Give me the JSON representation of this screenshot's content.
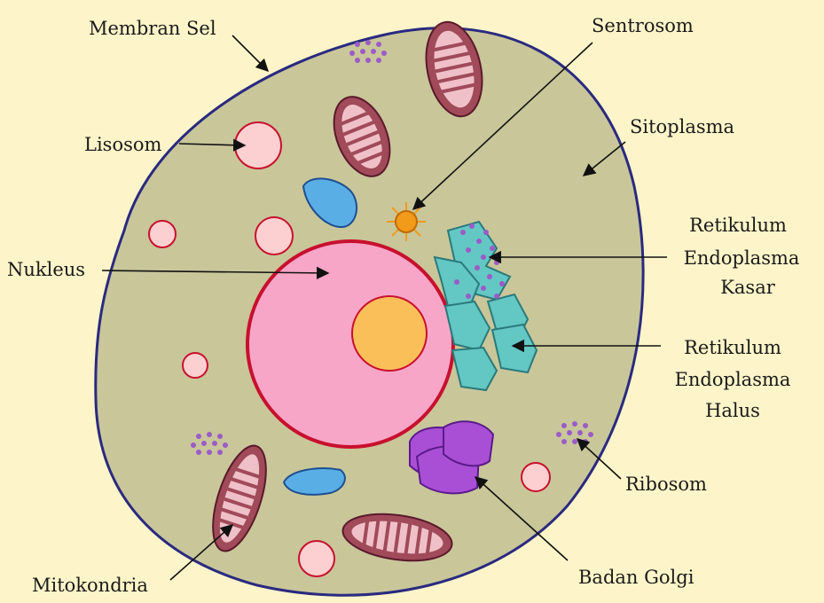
{
  "labels": {
    "membran_sel": "Membran Sel",
    "sentrosom": "Sentrosom",
    "lisosom": "Lisosom",
    "sitoplasma": "Sitoplasma",
    "nukleus": "Nukleus",
    "rek": [
      "Retikulum",
      "Endoplasma",
      "Kasar"
    ],
    "reh": [
      "Retikulum",
      "Endoplasma",
      "Halus"
    ],
    "ribosom": "Ribosom",
    "badan_golgi": "Badan Golgi",
    "mitokondria": "Mitokondria"
  },
  "colors": {
    "background": "#fdf5c9",
    "cytoplasm": "#c9c69a",
    "membrane": "#2a2a80",
    "nucleus": "#f7a6c8",
    "nucleus_border": "#c8102e",
    "nucleolus": "#fbbf5a",
    "lysosome": "#fcd0d0",
    "vacuole": "#5aaee6",
    "er": "#63c7c4",
    "golgi": "#a94fd6",
    "ribosome": "#9b5bc8",
    "mitochondria": "#a04a5a",
    "centrosome": "#f29b1a"
  }
}
